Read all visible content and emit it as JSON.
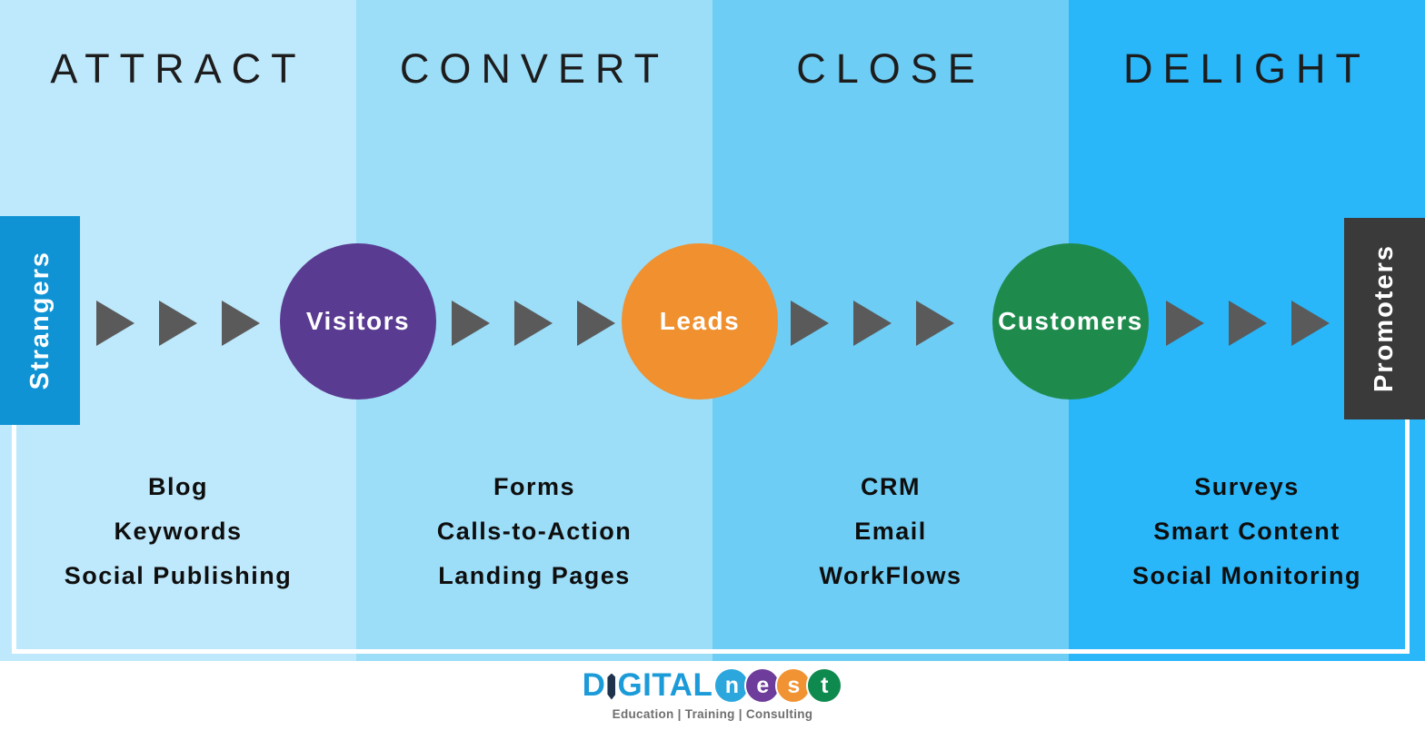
{
  "funnel": {
    "columns": [
      {
        "title": "ATTRACT",
        "bg": "#bee8fb",
        "items": [
          "Blog",
          "Keywords",
          "Social Publishing"
        ]
      },
      {
        "title": "CONVERT",
        "bg": "#9cddf8",
        "items": [
          "Forms",
          "Calls-to-Action",
          "Landing Pages"
        ]
      },
      {
        "title": "CLOSE",
        "bg": "#6ecdf4",
        "items": [
          "CRM",
          "Email",
          "WorkFlows"
        ]
      },
      {
        "title": "DELIGHT",
        "bg": "#29b7fa",
        "items": [
          "Surveys",
          "Smart Content",
          "Social Monitoring"
        ]
      }
    ],
    "side_stages": {
      "left": {
        "label": "Strangers",
        "bg": "#1093d4"
      },
      "right": {
        "label": "Promoters",
        "bg": "#3b3a3a"
      }
    },
    "circles": [
      {
        "label": "Visitors",
        "bg": "#5a3b92"
      },
      {
        "label": "Leads",
        "bg": "#f0902f"
      },
      {
        "label": "Customers",
        "bg": "#1e8b4d"
      }
    ],
    "arrow_color": "#5a5a5a",
    "frame_color": "#ffffff"
  },
  "logo": {
    "brand_left": "D",
    "brand_right": "GITAL",
    "brand_color": "#1c9bd9",
    "nib_color": "#20334e",
    "nest_letters": [
      {
        "letter": "n",
        "bg": "#2ba7de"
      },
      {
        "letter": "e",
        "bg": "#6e3c9a"
      },
      {
        "letter": "s",
        "bg": "#f19233"
      },
      {
        "letter": "t",
        "bg": "#0f8a4f"
      }
    ],
    "tagline": "Education | Training | Consulting"
  }
}
